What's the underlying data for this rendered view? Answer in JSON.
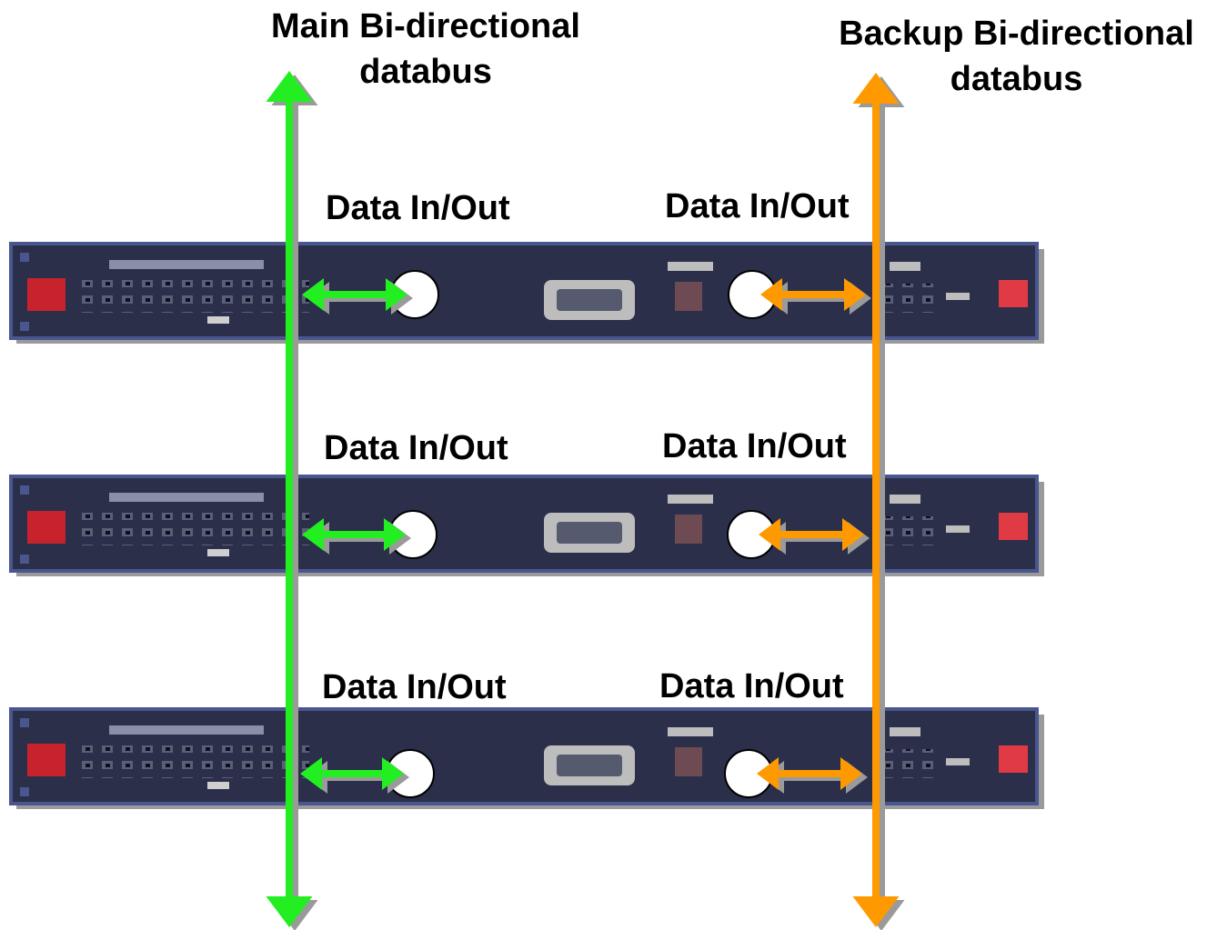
{
  "main_bus": {
    "title_line1": "Main Bi-directional",
    "title_line2": "databus",
    "color": "#22ee22"
  },
  "backup_bus": {
    "title_line1": "Backup Bi-directional",
    "title_line2": "databus",
    "color": "#ff9900"
  },
  "units": [
    {
      "left_label": "Data In/Out",
      "right_label": "Data In/Out"
    },
    {
      "left_label": "Data In/Out",
      "right_label": "Data In/Out"
    },
    {
      "left_label": "Data In/Out",
      "right_label": "Data In/Out"
    }
  ],
  "panel_colors": {
    "body": "#2b2f4a",
    "edge": "#4a5690",
    "shadow": "#9a9a9a",
    "red_block": "#c8232c"
  }
}
